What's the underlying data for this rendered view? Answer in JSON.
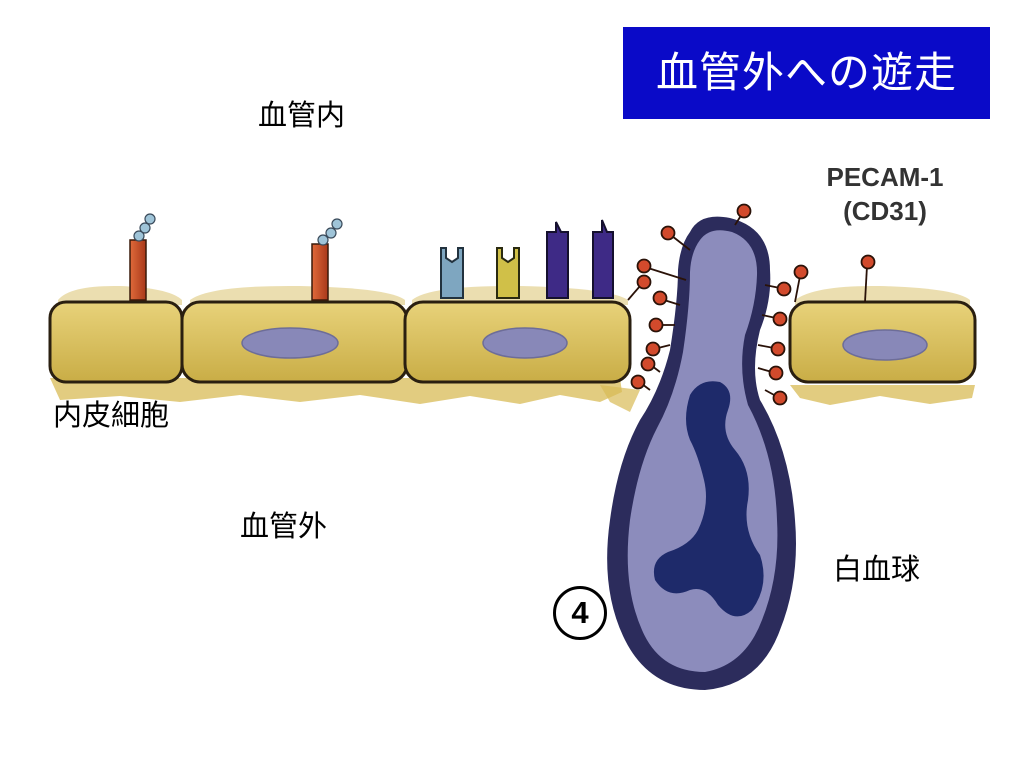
{
  "slide": {
    "title": "血管外への遊走",
    "labels": {
      "lumen": "血管内",
      "endothelial_cell": "内皮細胞",
      "extravascular": "血管外",
      "leukocyte": "白血球",
      "pecam_name": "PECAM-1",
      "pecam_alias": "(CD31)",
      "step_number": "4"
    }
  },
  "colors": {
    "title_bg": "#0a0ac8",
    "endothelium": "#d9c25e",
    "endothelium_outline": "#2a1f10",
    "nucleus": "#8888b8",
    "leukocyte_body": "#8c8cbc",
    "leukocyte_outline": "#2c2c5c",
    "leukocyte_nucleus": "#1e2a6a",
    "pecam_molecule": "#d24a2c"
  }
}
